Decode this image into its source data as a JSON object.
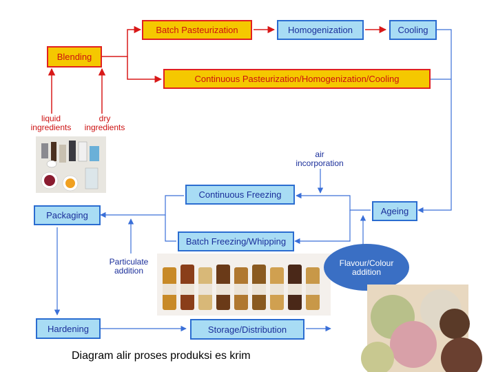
{
  "nodes": {
    "batch_pasteurization": "Batch Pasteurization",
    "homogenization": "Homogenization",
    "cooling": "Cooling",
    "blending": "Blending",
    "continuous_phc": "Continuous Pasteurization/Homogenization/Cooling",
    "continuous_freezing": "Continuous Freezing",
    "packaging": "Packaging",
    "ageing": "Ageing",
    "batch_freezing": "Batch Freezing/Whipping",
    "hardening": "Hardening",
    "storage": "Storage/Distribution"
  },
  "labels": {
    "liquid": "liquid\ningredients",
    "dry": "dry\ningredients",
    "air": "air\nincorporation",
    "particulate": "Particulate\naddition",
    "flavour": "Flavour/Colour\naddition"
  },
  "caption": "Diagram alir proses produksi es krim",
  "colors": {
    "red_box_fill": "#f5c800",
    "red_box_border": "#e02020",
    "blue_box_fill": "#a8dcf4",
    "blue_box_border": "#2a6cd0",
    "arrow": "#3a6fd8",
    "oval": "#3a6fc4"
  }
}
